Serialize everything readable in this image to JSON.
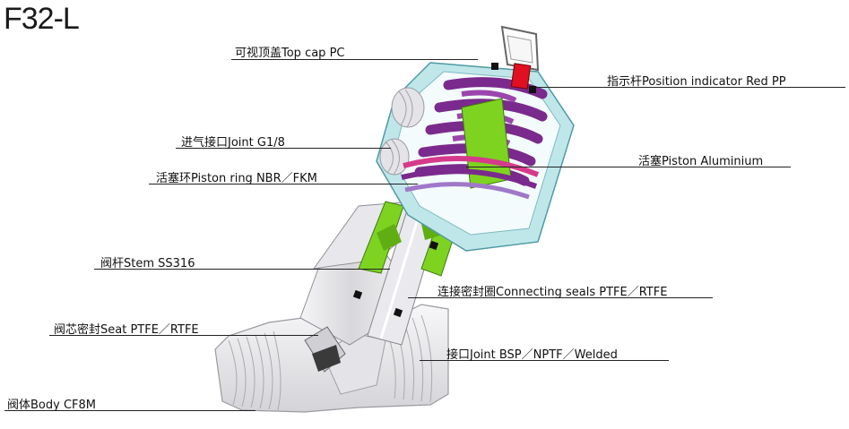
{
  "title": "F32-L",
  "labels": {
    "top_cap": "可视顶盖Top cap  PC",
    "indicator": "指示杆Position indicator Red   PP",
    "joint_air": "进气接口Joint   G1/8",
    "piston": "活塞Piston   Aluminium",
    "piston_ring": "活塞环Piston ring  NBR／FKM",
    "stem": "阀杆Stem   SS316",
    "connecting_seals": "连接密封圈Connecting seals   PTFE／RTFE",
    "seat": "阀芯密封Seat   PTFE／RTFE",
    "joint_body": "接口Joint  BSP／NPTF／Welded",
    "body": "阀体Body   CF8M"
  },
  "colors": {
    "spring": "#7a2a8c",
    "piston_ring": "#d63a8a",
    "green_parts": "#7ed321",
    "housing_teal": "#a9dde3",
    "indicator_red": "#e01020",
    "metal_grey": "#d9d9dc"
  }
}
